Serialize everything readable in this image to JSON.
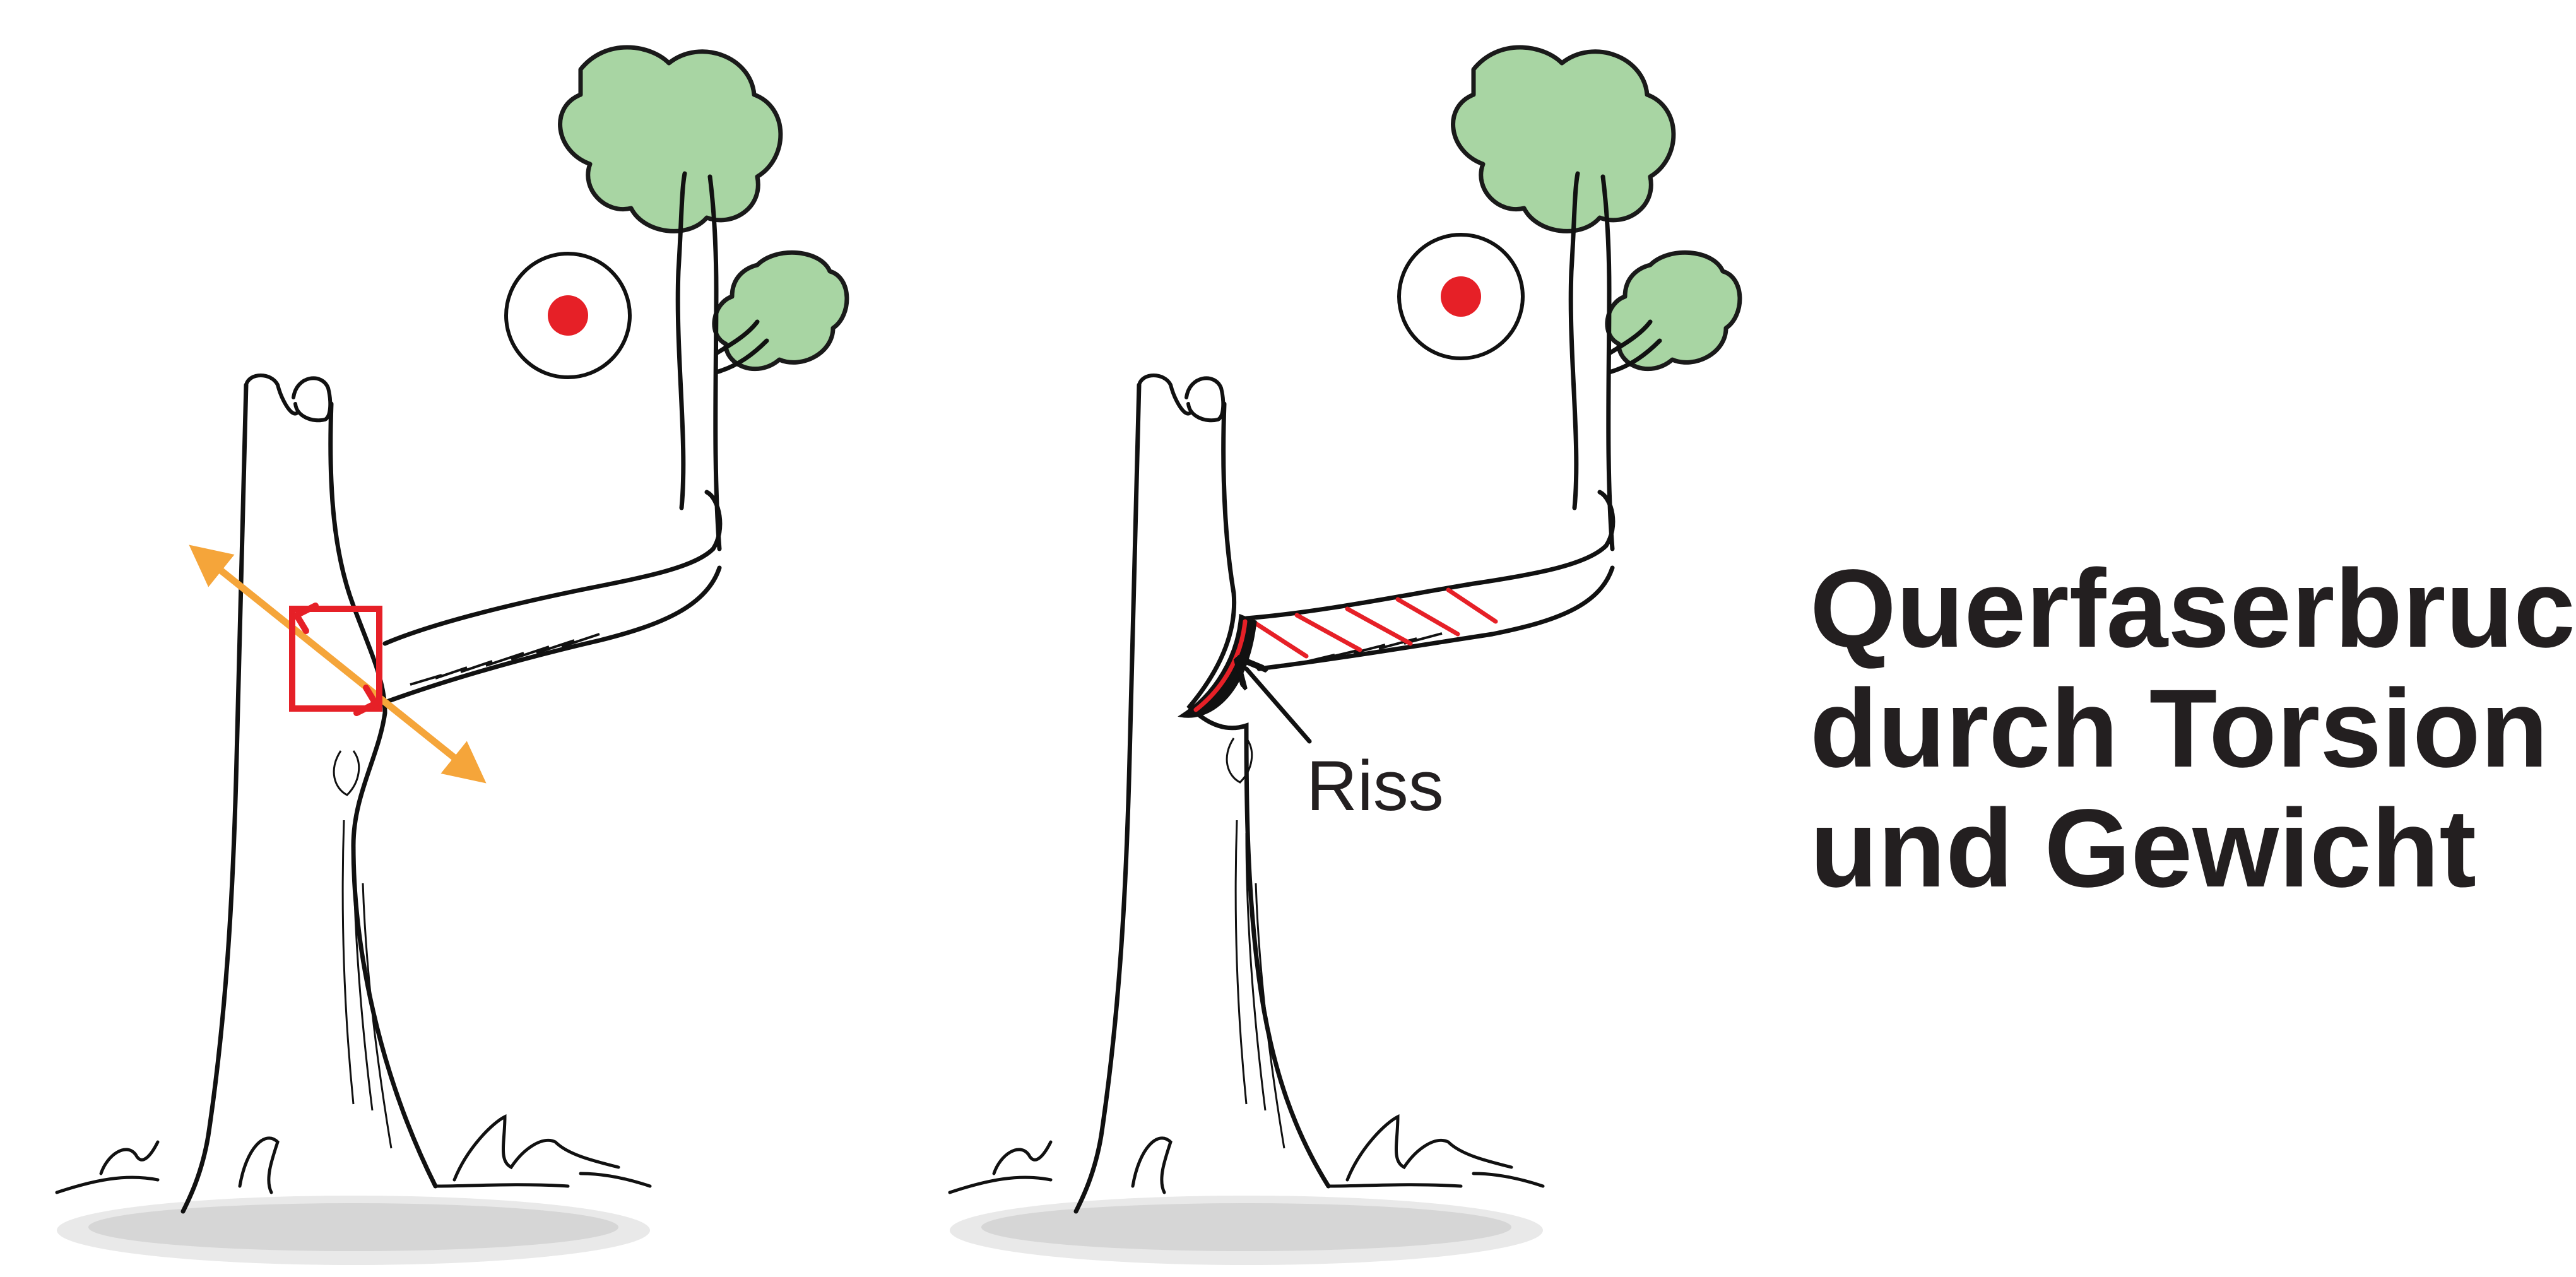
{
  "annotation": {
    "crack_label": "Riss"
  },
  "title": {
    "lines": [
      "Querfaserbruch",
      "durch Torsion",
      "und Gewicht"
    ]
  },
  "colors": {
    "outline": "#111111",
    "foliage": "#a8d5a3",
    "foliage_outline": "#1a1a1a",
    "rotation_marker": "#e62027",
    "stress_arrow": "#f5a53a",
    "crack_line": "#e62027",
    "text": "#231f20",
    "ground_stipple": "#555555"
  },
  "icons": {
    "rotation_marker": "target-circle",
    "stress_square": "rotating-square",
    "stress_arrows": "double-arrow"
  }
}
